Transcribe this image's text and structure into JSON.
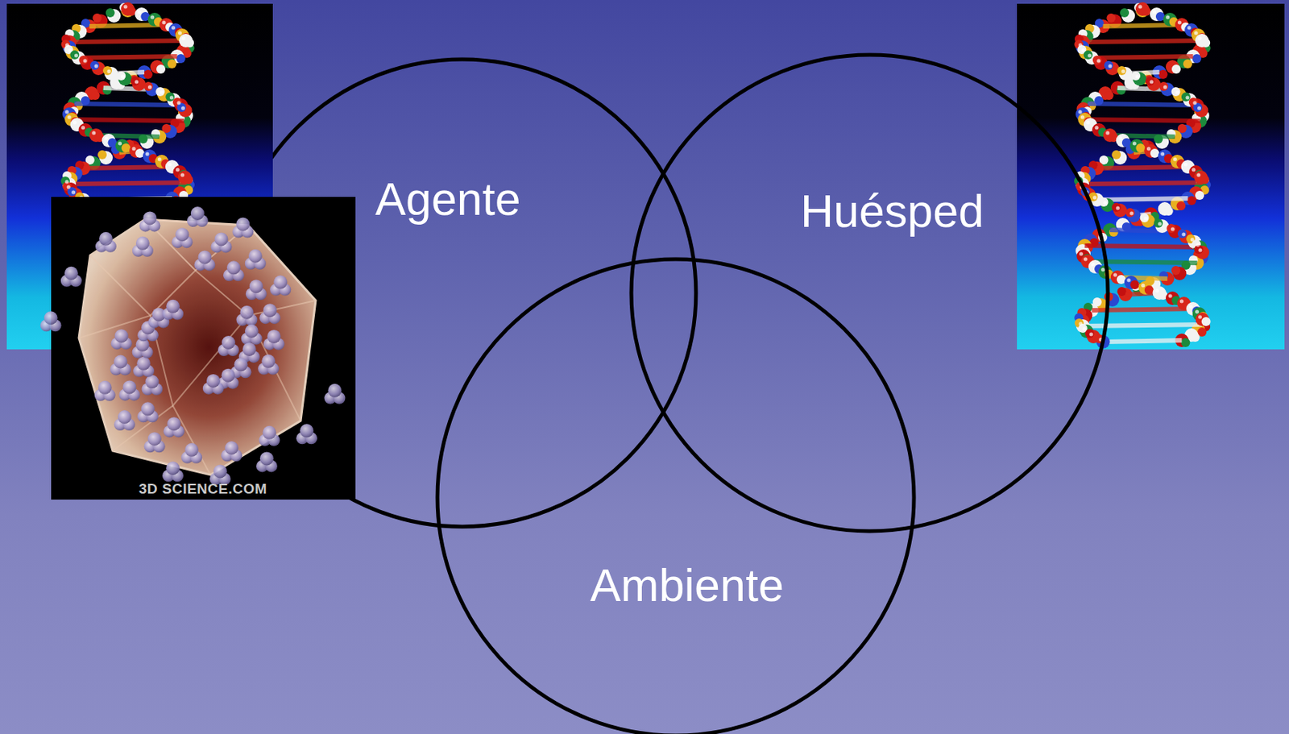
{
  "diagram": {
    "nodes": [
      {
        "text": [
          "Agente"
        ]
      },
      {
        "text": [
          "Huésped"
        ]
      },
      {
        "text": [
          "Ambiente"
        ]
      }
    ],
    "labels": [
      "3D SCIENCE.COM"
    ]
  }
}
